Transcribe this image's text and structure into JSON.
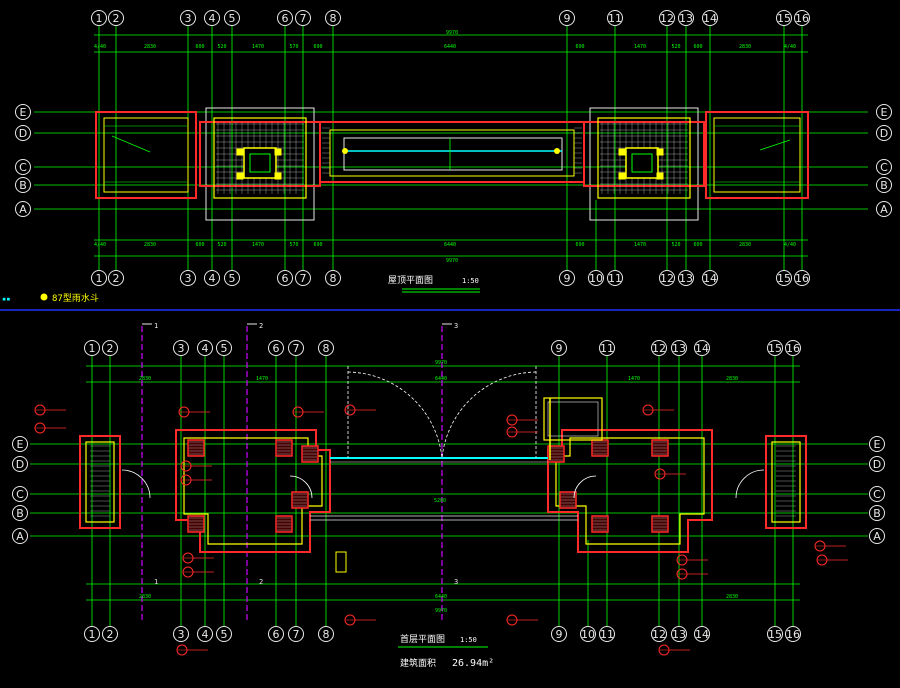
{
  "colors": {
    "background": "#000000",
    "grid": "#00ff00",
    "axis": "#e8e8e8",
    "wall": "#ff2a2a",
    "outline": "#ffff00",
    "glass": "#00ffff",
    "section": "#cc00ff",
    "door": "#ffffff",
    "hatch": "#c0c0c0",
    "separator": "#0000ff"
  },
  "top_plan": {
    "columns": [
      "1",
      "2",
      "3",
      "4",
      "5",
      "6",
      "7",
      "8",
      "9",
      "11",
      "12",
      "13",
      "14",
      "15",
      "16"
    ],
    "columns_bottom": [
      "1",
      "2",
      "3",
      "4",
      "5",
      "6",
      "7",
      "8",
      "9",
      "10",
      "11",
      "12",
      "13",
      "14",
      "15",
      "16"
    ],
    "rows": [
      "E",
      "D",
      "C",
      "B",
      "A"
    ],
    "title": "屋顶平面图",
    "scale": "1:50",
    "note_label": "87型雨水斗"
  },
  "ground_plan": {
    "columns": [
      "1",
      "2",
      "3",
      "4",
      "5",
      "6",
      "7",
      "8",
      "9",
      "11",
      "12",
      "13",
      "14",
      "15",
      "16"
    ],
    "columns_bottom": [
      "1",
      "2",
      "3",
      "4",
      "5",
      "6",
      "7",
      "8",
      "9",
      "10",
      "11",
      "12",
      "13",
      "14",
      "15",
      "16"
    ],
    "rows": [
      "E",
      "D",
      "C",
      "B",
      "A"
    ],
    "sections": [
      "1",
      "2",
      "3"
    ],
    "title": "首层平面图",
    "scale": "1:50",
    "area_label": "建筑面积",
    "area_value": "26.94m²"
  }
}
